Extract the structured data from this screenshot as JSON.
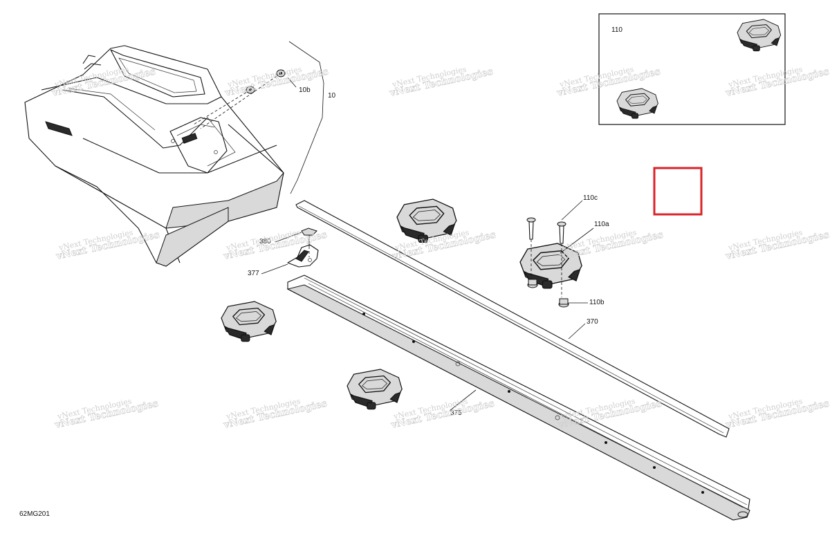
{
  "diagram_id": "62MG201",
  "watermark": {
    "line1": "vNext Technologies",
    "line2": "vNext Technologies"
  },
  "callouts": {
    "c10": "10",
    "c10b_top": "10b",
    "c110": "110",
    "c110a": "110a",
    "c110b": "110b",
    "c110c": "110c",
    "c370": "370",
    "c375": "375",
    "c377": "377",
    "c380": "380"
  },
  "colors": {
    "highlight_box": "#d9232a",
    "line": "#111111",
    "watermark": "#cfcfcf"
  },
  "parts": [
    "seat-pad",
    "tie-down-anchor",
    "rail-370",
    "rail-375",
    "clamp-377",
    "bolt-380",
    "screw-110c",
    "nut-110b",
    "nut-10b"
  ]
}
